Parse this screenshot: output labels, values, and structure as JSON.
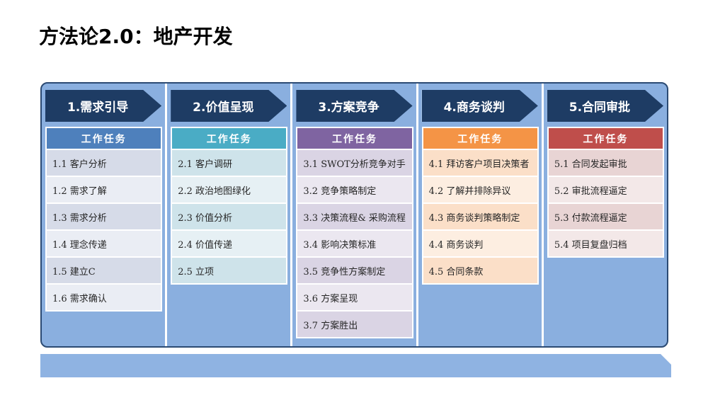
{
  "slide": {
    "title": "方法论2.0：地产开发"
  },
  "process": {
    "task_header_label": "工作任务",
    "phases": [
      {
        "name": "1.需求引导",
        "accent": "#4E80BC",
        "tasks": [
          "1.1 客户分析",
          "1.2 需求了解",
          "1.3 需求分析",
          "1.4 理念传递",
          "1.5 建立C",
          "1.6 需求确认"
        ]
      },
      {
        "name": "2.价值呈现",
        "accent": "#4AACC5",
        "tasks": [
          "2.1 客户调研",
          "2.2 政治地图绿化",
          "2.3 价值分析",
          "2.4 价值传递",
          "2.5 立项"
        ]
      },
      {
        "name": "3.方案竞争",
        "accent": "#7F64A1",
        "tasks": [
          "3.1 SWOT分析竞争对手",
          "3.2 竞争策略制定",
          "3.3 决策流程& 采购流程",
          "3.4 影响决策标准",
          "3.5 竞争性方案制定",
          "3.6 方案呈现",
          "3.7 方案胜出"
        ]
      },
      {
        "name": "4.商务谈判",
        "accent": "#F49446",
        "tasks": [
          "4.1 拜访客户项目决策者",
          "4.2 了解并排除异议",
          "4.3 商务谈判策略制定",
          "4.4 商务谈判",
          "4.5 合同条款"
        ]
      },
      {
        "name": "5.合同审批",
        "accent": "#BF4E4B",
        "tasks": [
          "5.1 合同发起审批",
          "5.2 审批流程逼定",
          "5.3 付款流程逼定",
          "5.4 项目复盘归档"
        ]
      }
    ]
  },
  "colors": {
    "arrow_fill": "#1E3C64",
    "arrow_outline": "#CFE0F4",
    "container_bg": "#8AAFDF",
    "container_border": "#2B4A73",
    "bottom_bar_bg": "#8FB3E2",
    "page_bg": "#FFFFFF"
  }
}
